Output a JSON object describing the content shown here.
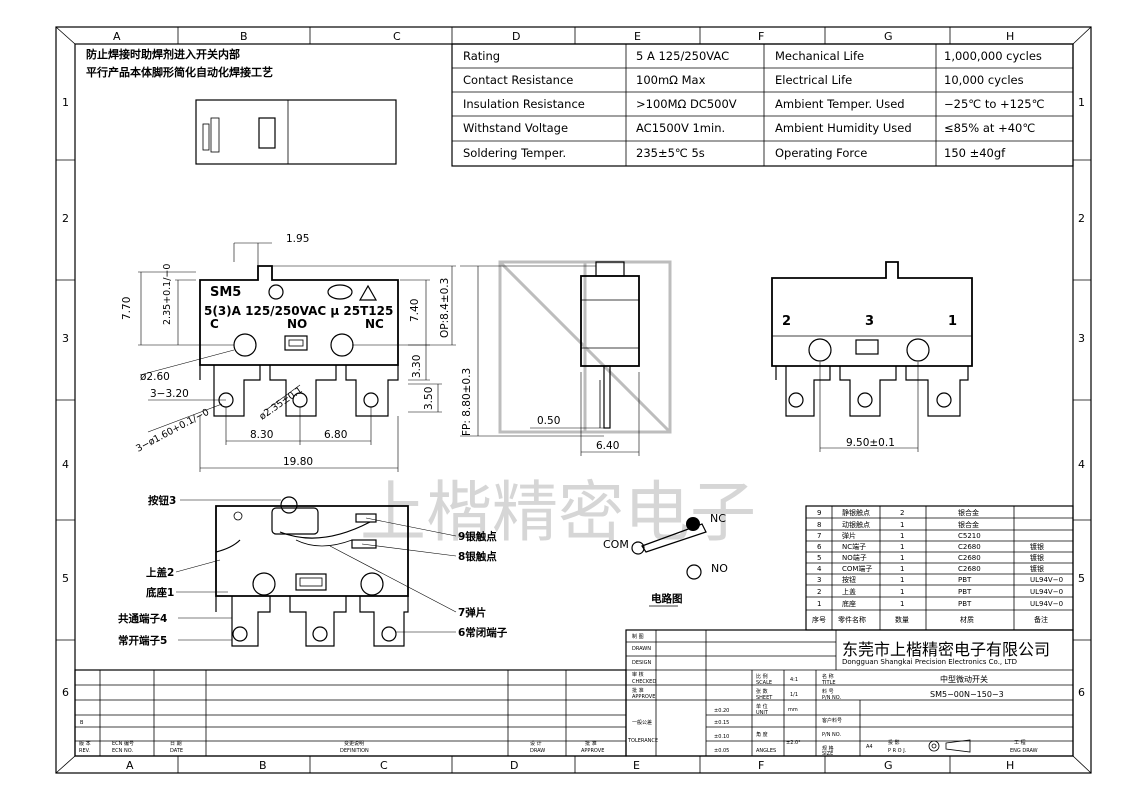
{
  "grid": {
    "cols": [
      "A",
      "B",
      "C",
      "D",
      "E",
      "F",
      "G",
      "H"
    ],
    "rows": [
      "1",
      "2",
      "3",
      "4",
      "5",
      "6"
    ]
  },
  "note": {
    "line1": "防止焊接时助焊剂进入开关内部",
    "line2": "平行产品本体脚形简化自动化焊接工艺"
  },
  "specs": [
    {
      "label": "Rating",
      "value": "5 A  125/250VAC",
      "label2": "Mechanical Life",
      "value2": "1,000,000 cycles"
    },
    {
      "label": "Contact Resistance",
      "value": "100mΩ Max",
      "label2": "Electrical Life",
      "value2": "10,000 cycles"
    },
    {
      "label": "Insulation Resistance",
      "value": ">100MΩ DC500V",
      "label2": "Ambient Temper. Used",
      "value2": "−25℃ to +125℃"
    },
    {
      "label": "Withstand Voltage",
      "value": "AC1500V  1min.",
      "label2": "Ambient Humidity Used",
      "value2": "≤85% at +40℃"
    },
    {
      "label": "Soldering Temper.",
      "value": "235±5℃ 5s",
      "label2": "Operating Force",
      "value2": "150 ±40gf"
    }
  ],
  "front": {
    "brand": "SM5",
    "rating": "5(3)A 125/250VAC μ 25T125",
    "c": "C",
    "no": "NO",
    "nc": "NC",
    "dims": {
      "d195": "1.95",
      "d770": "7.70",
      "d235": "2.35+0.1/−0",
      "d740": "7.40",
      "op": "OP:8.4±0.3",
      "d260": "ø2.60",
      "d330": "3.30",
      "d320": "3−3.20",
      "d350": "3.50",
      "d235b": "ø2.35±0.1",
      "d160": "3−ø1.60+0.1/−0",
      "d830": "8.30",
      "d680": "6.80",
      "d1980": "19.80"
    }
  },
  "side": {
    "fp": "FP: 8.80±0.3",
    "d050": "0.50",
    "d640": "6.40"
  },
  "rear": {
    "t2": "2",
    "t3": "3",
    "t1": "1",
    "d950": "9.50±0.1"
  },
  "section": {
    "button": "按钮3",
    "cover": "上盖2",
    "base": "底座1",
    "common": "共通端子4",
    "no_term": "常开端子5",
    "silver9": "9银触点",
    "silver8": "8银触点",
    "spring": "7弹片",
    "nc_term": "6常闭端子"
  },
  "circuit": {
    "nc": "NC",
    "com": "COM",
    "no": "NO",
    "caption": "电路图"
  },
  "watermark": "上楷精密电子",
  "bom": [
    {
      "no": "9",
      "name": "静银触点",
      "qty": "2",
      "mat": "银合金",
      "note": ""
    },
    {
      "no": "8",
      "name": "动银触点",
      "qty": "1",
      "mat": "银合金",
      "note": ""
    },
    {
      "no": "7",
      "name": "弹片",
      "qty": "1",
      "mat": "C5210",
      "note": ""
    },
    {
      "no": "6",
      "name": "NC端子",
      "qty": "1",
      "mat": "C2680",
      "note": "镀银"
    },
    {
      "no": "5",
      "name": "NO端子",
      "qty": "1",
      "mat": "C2680",
      "note": "镀银"
    },
    {
      "no": "4",
      "name": "COM端子",
      "qty": "1",
      "mat": "C2680",
      "note": "镀银"
    },
    {
      "no": "3",
      "name": "按钮",
      "qty": "1",
      "mat": "PBT",
      "note": "UL94V−0"
    },
    {
      "no": "2",
      "name": "上盖",
      "qty": "1",
      "mat": "PBT",
      "note": "UL94V−0"
    },
    {
      "no": "1",
      "name": "底座",
      "qty": "1",
      "mat": "PBT",
      "note": "UL94V−0"
    }
  ],
  "bom_header": {
    "no": "序号",
    "name": "零件名称",
    "qty": "数量",
    "mat": "材质",
    "note": "备注"
  },
  "title_block": {
    "company_cn": "东莞市上楷精密电子有限公司",
    "company_en": "Dongguan Shangkai Precision Electronics Co., LTD",
    "drawn": "制 图",
    "drawn_en": "DRAWN",
    "design": "设 计",
    "design_en": "DESIGN",
    "checked": "审 核",
    "checked_en": "CHECKED",
    "approve": "批 准",
    "approve_en": "APPROVE",
    "tolerance_cn": "一般公差",
    "tolerance_en": "TOLERANCE",
    "tol1": "±0.20",
    "tol2": "±0.15",
    "tol3": "±0.10",
    "tol4": "±0.05",
    "scale_cn": "比 例",
    "scale_en": "SCALE",
    "scale_val": "4:1",
    "sheet_cn": "张 数",
    "sheet_en": "SHEET",
    "sheet_val": "1/1",
    "unit_cn": "单 位",
    "unit_en": "UNIT",
    "unit_val": "mm",
    "angles_cn": "角 度",
    "angles_en": "ANGLES",
    "angles_val": "±2.0°",
    "title_cn": "名 称",
    "title_en": "TITLE",
    "title_val": "中型微动开关",
    "pn_cn": "料 号",
    "pn_en": "P/N NO.",
    "pn_val": "SM5−00N−150−3",
    "cpn_cn": "客户料号",
    "cpn_en": "P/N NO.",
    "size_cn": "规 格",
    "size_en": "SIZE",
    "size_val": "A4",
    "proj_cn": "投 影",
    "proj_en": "P R O J.",
    "eng_cn": "工 程",
    "eng_en": "ENG DRAW",
    "rev_cn": "版 本",
    "rev_en": "REV.",
    "ecn_cn": "ECN 编号",
    "ecn_en": "ECN NO.",
    "date_cn": "日 期",
    "date_en": "DATE",
    "def_cn": "变更说明",
    "def_en": "DEFINITION",
    "draw_cn": "设 计",
    "draw_en": "DRAW",
    "appr_cn": "批 准",
    "appr_en": "APPROVE",
    "rev_b": "B"
  }
}
